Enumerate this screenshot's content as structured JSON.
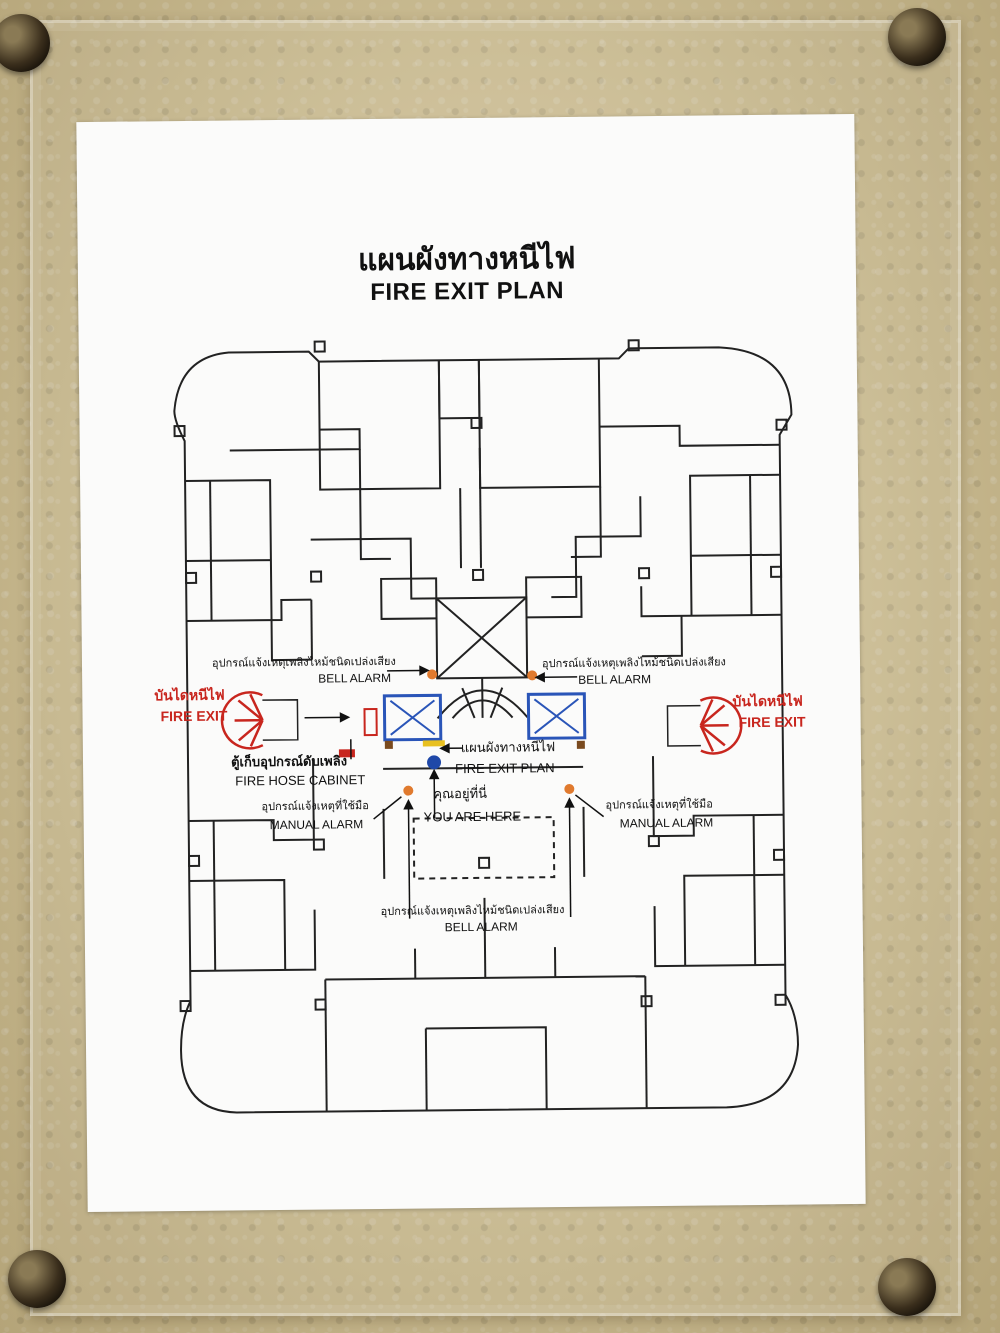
{
  "sign": {
    "title_thai": "แผนผังทางหนีไฟ",
    "title_english": "FIRE EXIT PLAN"
  },
  "labels": {
    "bell_alarm_left_th": "อุปกรณ์แจ้งเหตุเพลิงไหม้ชนิดเปล่งเสียง",
    "bell_alarm_left_en": "BELL ALARM",
    "bell_alarm_right_th": "อุปกรณ์แจ้งเหตุเพลิงไหม้ชนิดเปล่งเสียง",
    "bell_alarm_right_en": "BELL ALARM",
    "fire_exit_left_th": "บันไดหนีไฟ",
    "fire_exit_left_en": "FIRE EXIT",
    "fire_exit_right_th": "บันไดหนีไฟ",
    "fire_exit_right_en": "FIRE EXIT",
    "fire_hose_th": "ตู้เก็บอุปกรณ์ดับเพลิง",
    "fire_hose_en": "FIRE HOSE CABINET",
    "plan_marker_th": "แผนผังทางหนีไฟ",
    "plan_marker_en": "FIRE EXIT PLAN",
    "you_are_here_th": "คุณอยู่ที่นี่",
    "you_are_here_en": "YOU ARE HERE",
    "manual_alarm_left_th": "อุปกรณ์แจ้งเหตุที่ใช้มือ",
    "manual_alarm_left_en": "MANUAL ALARM",
    "manual_alarm_right_th": "อุปกรณ์แจ้งเหตุที่ใช้มือ",
    "manual_alarm_right_en": "MANUAL ALARM",
    "bell_alarm_bottom_th": "อุปกรณ์แจ้งเหตุเพลิงไหม้ชนิดเปล่งเสียง",
    "bell_alarm_bottom_en": "BELL ALARM"
  },
  "colors": {
    "fire_exit_red": "#c8261e",
    "elevator_blue": "#2a55b8",
    "you_are_here_blue": "#1f48a8",
    "alarm_orange": "#e07a2e",
    "plan_marker_yellow": "#e8c020",
    "wall_line": "#222222"
  }
}
